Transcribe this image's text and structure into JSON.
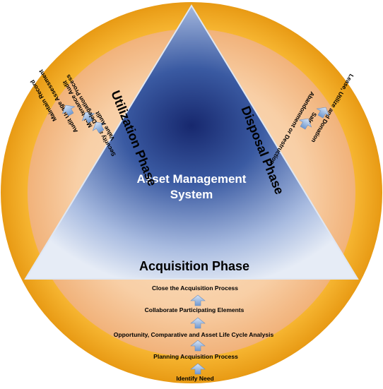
{
  "center": {
    "line1": "Asset Management",
    "line2": "System"
  },
  "phases": {
    "acquisition": "Acquisition Phase",
    "utilization": "Utilization Phase",
    "disposal": "Disposal Phase"
  },
  "acquisition_steps": [
    "Close the Acquisition Process",
    "Collaborate Participating Elements",
    "Opportunity, Comparative and Asset Life Cycle Analysis",
    "Planning Acquisition Process",
    "Identify Need"
  ],
  "utilization_steps": [
    "Maintain Record",
    "Audit Usage Assessment",
    "Maintenance Audit",
    "Security and Delegation Process",
    "Value Audit"
  ],
  "disposal_steps": [
    "Lease, Utilize and Donation",
    "Sale",
    "Abandonment or Destruction"
  ],
  "colors": {
    "outer_ring": "#f7b733",
    "inner_ring": "#f6c79a",
    "triangle_center": "#1a2f78",
    "triangle_edge": "#c9d6ec",
    "arrow": "#8fb4e0"
  }
}
